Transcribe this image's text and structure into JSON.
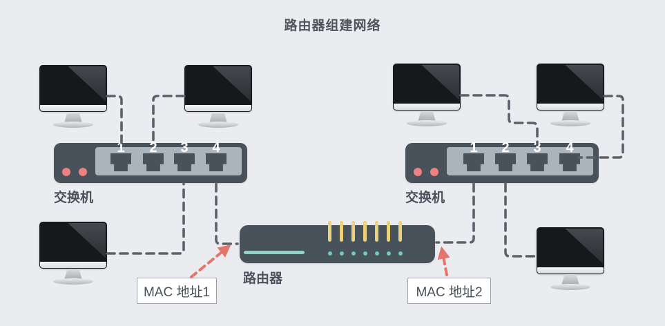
{
  "title": "路由器组建网络",
  "devices": {
    "switch_left": {
      "label": "交换机",
      "ports": [
        "1",
        "2",
        "3",
        "4"
      ]
    },
    "switch_right": {
      "label": "交换机",
      "ports": [
        "1",
        "2",
        "3",
        "4"
      ]
    },
    "router": {
      "label": "路由器"
    }
  },
  "annotations": {
    "mac_label_1": "MAC 地址1",
    "mac_label_2": "MAC 地址2"
  },
  "colors": {
    "background": "#ebecf0",
    "device_body": "#49525a",
    "port_panel": "#a9b4bc",
    "led_red": "#ee8181",
    "router_teal": "#8ed3c6",
    "router_yellow": "#ecd17b",
    "connector_dash": "#5b616b",
    "mac_arrow": "#e4756b",
    "text": "#4c515b"
  }
}
